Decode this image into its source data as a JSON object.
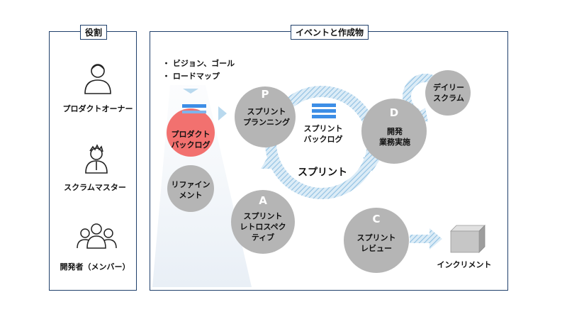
{
  "roles": {
    "title": "役割",
    "product_owner": "プロダクトオーナー",
    "scrum_master": "スクラムマスター",
    "developers": "開発者（メンバー）"
  },
  "events": {
    "title": "イベントと作成物",
    "bullets": [
      "・ ビジョン、ゴール",
      "・ ロードマップ"
    ],
    "product_backlog": [
      "プロダクト",
      "バックログ"
    ],
    "refinement": [
      "リファイン",
      "メント"
    ],
    "sprint_planning": {
      "letter": "P",
      "lines": [
        "スプリント",
        "プランニング"
      ]
    },
    "sprint_backlog": [
      "スプリント",
      "バックログ"
    ],
    "development": {
      "letter": "D",
      "lines": [
        "開発",
        "業務実施"
      ]
    },
    "daily_scrum": [
      "デイリー",
      "スクラム"
    ],
    "sprint": "スプリント",
    "retrospective": {
      "letter": "A",
      "lines": [
        "スプリント",
        "レトロスペク",
        "ティブ"
      ]
    },
    "review": {
      "letter": "C",
      "lines": [
        "スプリント",
        "レビュー"
      ]
    },
    "increment": "インクリメント"
  },
  "colors": {
    "border": "#1f3f6b",
    "circle": "#b5b5b5",
    "backlog_red": "#f2716f",
    "bar_blue": "#3d8ee6",
    "arrow_light_blue": "#a9cfe8"
  }
}
